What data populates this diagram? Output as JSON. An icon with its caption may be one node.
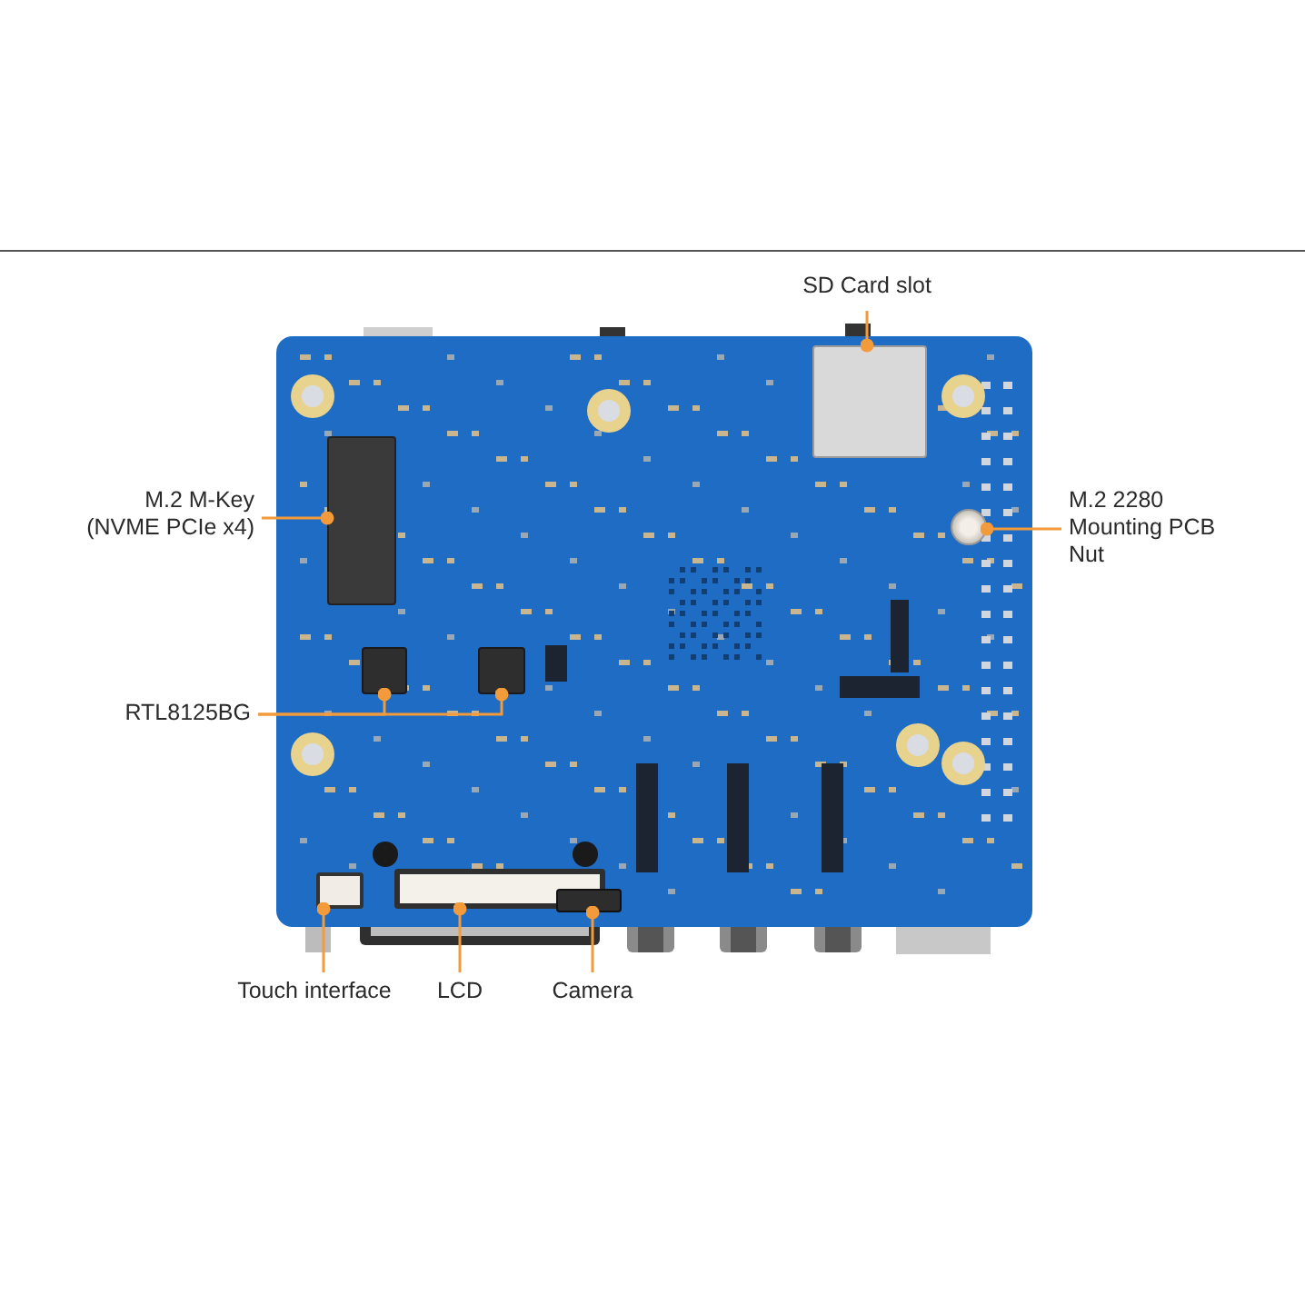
{
  "diagram": {
    "nodes": [
      {
        "text": [
          "SD Card slot"
        ]
      },
      {
        "text": [],
        "shape": "box"
      },
      {
        "text": [
          "M.2 M-Key (NVME PCIe x4)"
        ]
      },
      {
        "text": [],
        "shape": "box"
      },
      {
        "text": [
          "M.2 2280 Mounting PCB Nut"
        ]
      },
      {
        "text": [],
        "shape": "circle"
      },
      {
        "text": [
          "RTL8125BG"
        ]
      },
      {
        "text": [],
        "shape": "box"
      },
      {
        "text": [],
        "shape": "box"
      },
      {
        "text": [
          "Touch interface"
        ]
      },
      {
        "text": [],
        "shape": "box"
      },
      {
        "text": [
          "LCD"
        ]
      },
      {
        "text": [],
        "shape": "box"
      },
      {
        "text": [
          "Camera"
        ]
      },
      {
        "text": [],
        "shape": "box"
      }
    ],
    "edges": [
      {
        "from": 0,
        "to": 1,
        "arrow": "other"
      },
      {
        "from": 2,
        "to": 3,
        "arrow": "other"
      },
      {
        "from": 4,
        "to": 5,
        "arrow": "other"
      },
      {
        "from": 6,
        "to": 7,
        "arrow": "other"
      },
      {
        "from": 6,
        "to": 8,
        "arrow": "other"
      },
      {
        "from": 9,
        "to": 10,
        "arrow": "other"
      },
      {
        "from": 11,
        "to": 12,
        "arrow": "other"
      },
      {
        "from": 13,
        "to": 14,
        "arrow": "other"
      }
    ]
  }
}
